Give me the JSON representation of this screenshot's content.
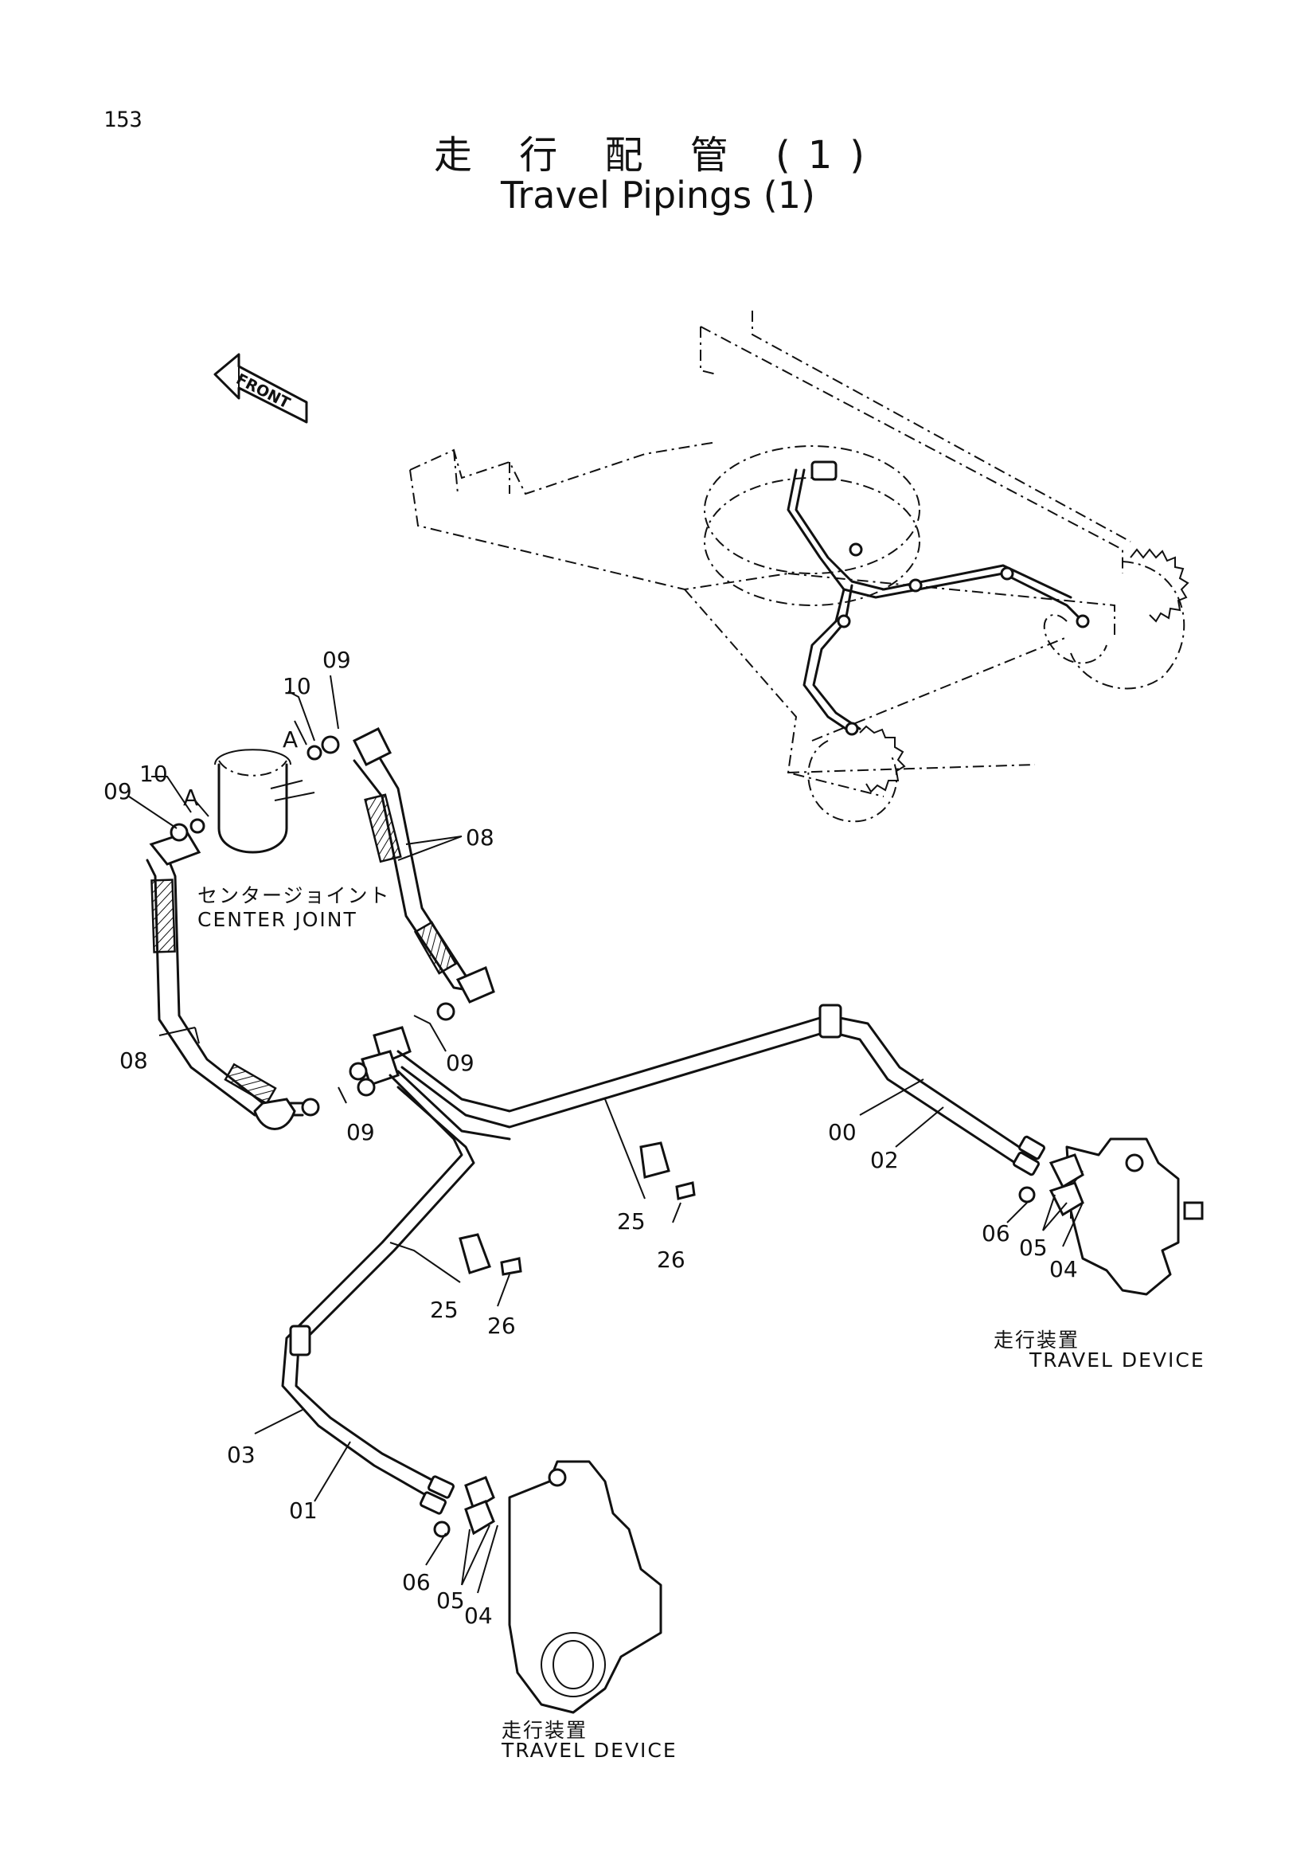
{
  "page": {
    "number": "153"
  },
  "title": {
    "ja": "走 行 配 管 (1)",
    "en": "Travel Pipings (1)"
  },
  "front_marker": {
    "text": "FRONT"
  },
  "components": {
    "center_joint": {
      "ja": "センタージョイント",
      "en": "CENTER JOINT"
    },
    "travel_device_right": {
      "ja": "走行装置",
      "en": "TRAVEL DEVICE"
    },
    "travel_device_left": {
      "ja": "走行装置",
      "en": "TRAVEL DEVICE"
    }
  },
  "callouts": [
    {
      "id": "c1",
      "text": "09"
    },
    {
      "id": "c2",
      "text": "10"
    },
    {
      "id": "c3",
      "text": "A"
    },
    {
      "id": "c4",
      "text": "09"
    },
    {
      "id": "c5",
      "text": "10"
    },
    {
      "id": "c6",
      "text": "A"
    },
    {
      "id": "c7",
      "text": "08"
    },
    {
      "id": "c8",
      "text": "08"
    },
    {
      "id": "c9",
      "text": "09"
    },
    {
      "id": "c10",
      "text": "09"
    },
    {
      "id": "c11",
      "text": "00"
    },
    {
      "id": "c12",
      "text": "02"
    },
    {
      "id": "c13",
      "text": "25"
    },
    {
      "id": "c14",
      "text": "26"
    },
    {
      "id": "c15",
      "text": "25"
    },
    {
      "id": "c16",
      "text": "26"
    },
    {
      "id": "c17",
      "text": "06"
    },
    {
      "id": "c18",
      "text": "05"
    },
    {
      "id": "c19",
      "text": "04"
    },
    {
      "id": "c20",
      "text": "03"
    },
    {
      "id": "c21",
      "text": "01"
    },
    {
      "id": "c22",
      "text": "06"
    },
    {
      "id": "c23",
      "text": "05"
    },
    {
      "id": "c24",
      "text": "04"
    }
  ]
}
